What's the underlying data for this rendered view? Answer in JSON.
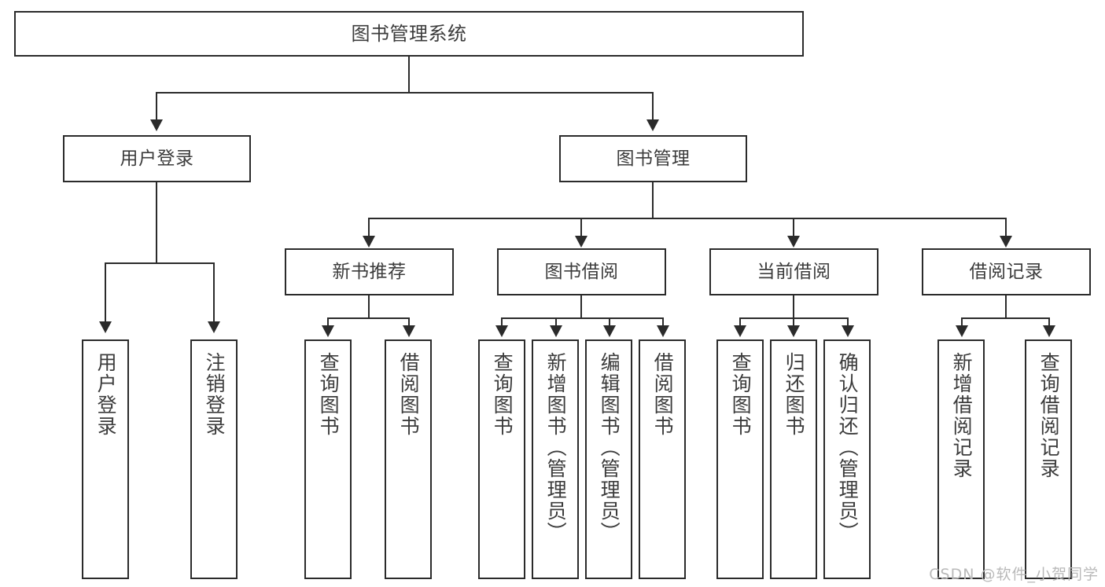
{
  "diagram": {
    "type": "tree-hierarchy-flowchart",
    "title": "图书管理系统",
    "root": {
      "id": "root",
      "label": "图书管理系统"
    },
    "level1": [
      {
        "id": "user-login",
        "label": "用户登录"
      },
      {
        "id": "book-manage",
        "label": "图书管理"
      }
    ],
    "level2": [
      {
        "id": "new-book-recommend",
        "label": "新书推荐",
        "parent": "book-manage"
      },
      {
        "id": "book-borrow",
        "label": "图书借阅",
        "parent": "book-manage"
      },
      {
        "id": "current-borrow",
        "label": "当前借阅",
        "parent": "book-manage"
      },
      {
        "id": "borrow-record",
        "label": "借阅记录",
        "parent": "book-manage"
      }
    ],
    "leaves": {
      "user-login": [
        {
          "id": "leaf-user-login",
          "label": "用户登录"
        },
        {
          "id": "leaf-logout",
          "label": "注销登录"
        }
      ],
      "new-book-recommend": [
        {
          "id": "leaf-query-book-1",
          "label": "查询图书"
        },
        {
          "id": "leaf-borrow-book-1",
          "label": "借阅图书"
        }
      ],
      "book-borrow": [
        {
          "id": "leaf-query-book-2",
          "label": "查询图书"
        },
        {
          "id": "leaf-add-book",
          "label": "新增图书（管理员）"
        },
        {
          "id": "leaf-edit-book",
          "label": "编辑图书（管理员）"
        },
        {
          "id": "leaf-borrow-book-2",
          "label": "借阅图书"
        }
      ],
      "current-borrow": [
        {
          "id": "leaf-query-book-3",
          "label": "查询图书"
        },
        {
          "id": "leaf-return-book",
          "label": "归还图书"
        },
        {
          "id": "leaf-confirm-return",
          "label": "确认归还（管理员）"
        }
      ],
      "borrow-record": [
        {
          "id": "leaf-add-record",
          "label": "新增借阅记录"
        },
        {
          "id": "leaf-query-record",
          "label": "查询借阅记录"
        }
      ]
    }
  },
  "watermark": {
    "text": "CSDN @软件_小贺同学"
  },
  "colors": {
    "stroke": "#2b2b2b",
    "text": "#3c3c3c",
    "background": "#ffffff",
    "watermark": "#b9b9b9"
  }
}
